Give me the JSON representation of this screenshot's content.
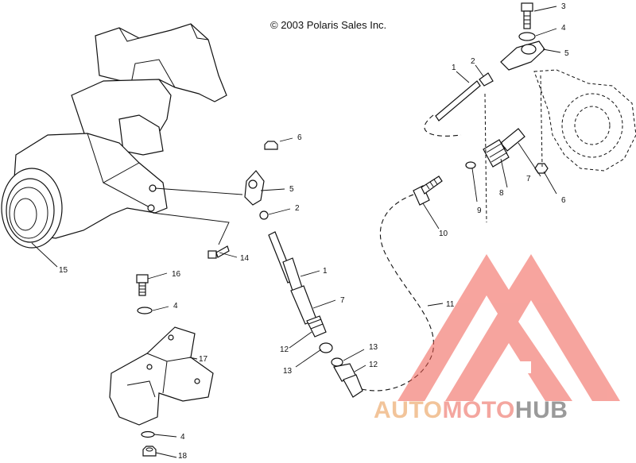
{
  "copyright": "© 2003 Polaris Sales Inc.",
  "callouts": [
    {
      "id": "c3",
      "text": "3"
    },
    {
      "id": "c4a",
      "text": "4"
    },
    {
      "id": "c5a",
      "text": "5"
    },
    {
      "id": "c1a",
      "text": "1"
    },
    {
      "id": "c2a",
      "text": "2"
    },
    {
      "id": "c6a",
      "text": "6"
    },
    {
      "id": "c5b",
      "text": "5"
    },
    {
      "id": "c2b",
      "text": "2"
    },
    {
      "id": "c7a",
      "text": "7"
    },
    {
      "id": "c8",
      "text": "8"
    },
    {
      "id": "c9",
      "text": "9"
    },
    {
      "id": "c10",
      "text": "10"
    },
    {
      "id": "c6b",
      "text": "6"
    },
    {
      "id": "c14",
      "text": "14"
    },
    {
      "id": "c15",
      "text": "15"
    },
    {
      "id": "c16",
      "text": "16"
    },
    {
      "id": "c4b",
      "text": "4"
    },
    {
      "id": "c1b",
      "text": "1"
    },
    {
      "id": "c7b",
      "text": "7"
    },
    {
      "id": "c11",
      "text": "11"
    },
    {
      "id": "c12a",
      "text": "12"
    },
    {
      "id": "c13a",
      "text": "13"
    },
    {
      "id": "c13b",
      "text": "13"
    },
    {
      "id": "c12b",
      "text": "12"
    },
    {
      "id": "c17",
      "text": "17"
    },
    {
      "id": "c4c",
      "text": "4"
    },
    {
      "id": "c18",
      "text": "18"
    }
  ],
  "watermark": {
    "word_1": "AUTO",
    "word_2": "MOTO",
    "word_3": "HUB",
    "color_1": "#f2c49a",
    "color_2": "#f4a69f",
    "color_3": "#9a9a9a",
    "logo_color": "#f05a4f"
  }
}
